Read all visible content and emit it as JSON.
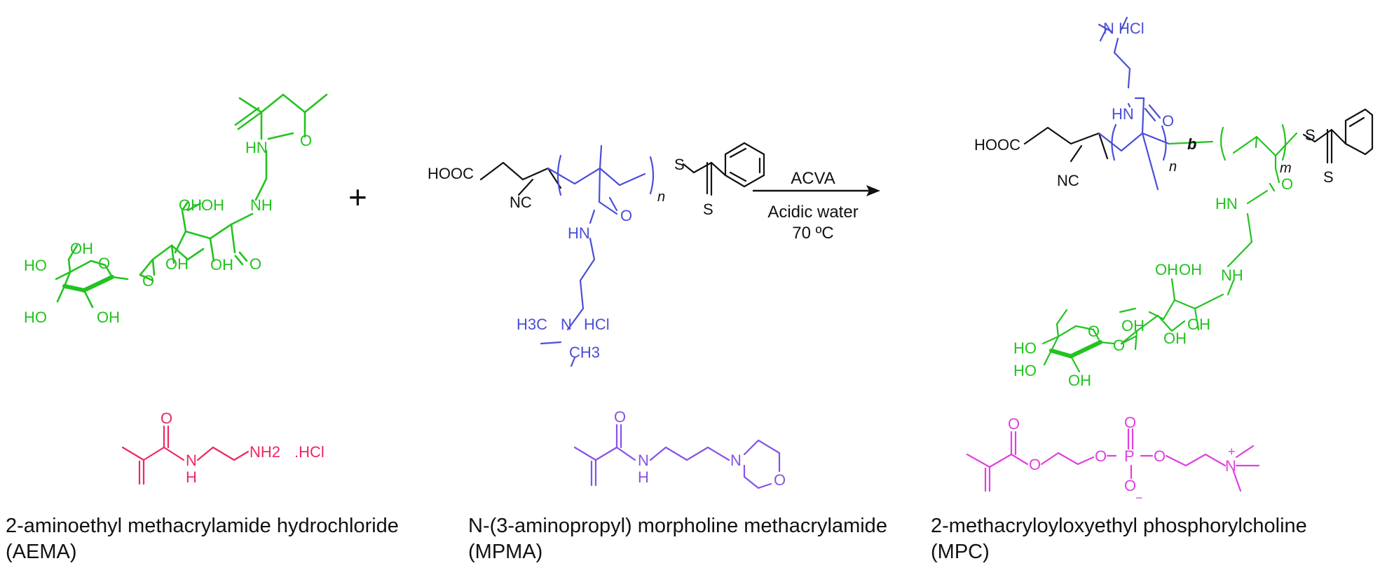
{
  "colors": {
    "black": "#111111",
    "green": "#22c31f",
    "blue": "#4a4fd8",
    "red": "#ee2860",
    "purple": "#8752e8",
    "magenta": "#e040e0"
  },
  "aema_glyco": {
    "name": "lactose-derived glycomonomer (green)",
    "O_methacryl": "O",
    "HN_amide": "HN",
    "NH": "NH",
    "O_amide": "O",
    "OH_top1": "OH",
    "OH_top2": "OH",
    "OH_ring2_mid": "OH",
    "OH_ring2_low": "OH",
    "O_glycosidic": "O",
    "O_ring": "O",
    "HO_1": "HO",
    "HO_2": "HO",
    "OH_ring1": "OH"
  },
  "plus": "+",
  "macro_cta": {
    "HOOC": "HOOC",
    "NC": "NC",
    "n": "n",
    "S1": "S",
    "S2": "S",
    "O": "O",
    "HN": "HN",
    "H3C": "H3C",
    "N": "N",
    "HCl": "HCl",
    "CH3": "CH3"
  },
  "arrow": {
    "above": "ACVA",
    "below_1": "Acidic water",
    "below_2": "70 ºC"
  },
  "product": {
    "N_HCl": "N  HCl",
    "HN": "HN",
    "O_top": "O",
    "HOOC": "HOOC",
    "NC": "NC",
    "n": "n",
    "b": "b",
    "m": "m",
    "S1": "S",
    "S2": "S",
    "O_amide": "O",
    "HN_2": "HN",
    "NH": "NH",
    "OH_a": "OH",
    "OH_b": "OH",
    "OH_c": "OH",
    "OH_d": "OH",
    "OH_e": "OH",
    "O_gly": "O",
    "O_ring": "O",
    "HO_1": "HO",
    "HO_2": "HO",
    "OH_f": "OH"
  },
  "monomers": [
    {
      "caption_line1": "2-aminoethyl methacrylamide hydrochloride",
      "caption_line2": "(AEMA)",
      "O": "O",
      "H": "H",
      "N": "N",
      "NH2": "NH2",
      "salt": ".HCl"
    },
    {
      "caption_line1": "N-(3-aminopropyl) morpholine methacrylamide",
      "caption_line2": "(MPMA)",
      "O": "O",
      "H": "H",
      "N": "N",
      "N_ring": "N",
      "O_ring": "O"
    },
    {
      "caption_line1": "2-methacryloyloxyethyl phosphorylcholine",
      "caption_line2": "(MPC)",
      "O_carbonyl": "O",
      "O_ester": "O",
      "O_p1": "O",
      "P": "P",
      "O_p2": "O",
      "O_top": "O",
      "O_minus": "O",
      "N_plus": "N"
    }
  ]
}
